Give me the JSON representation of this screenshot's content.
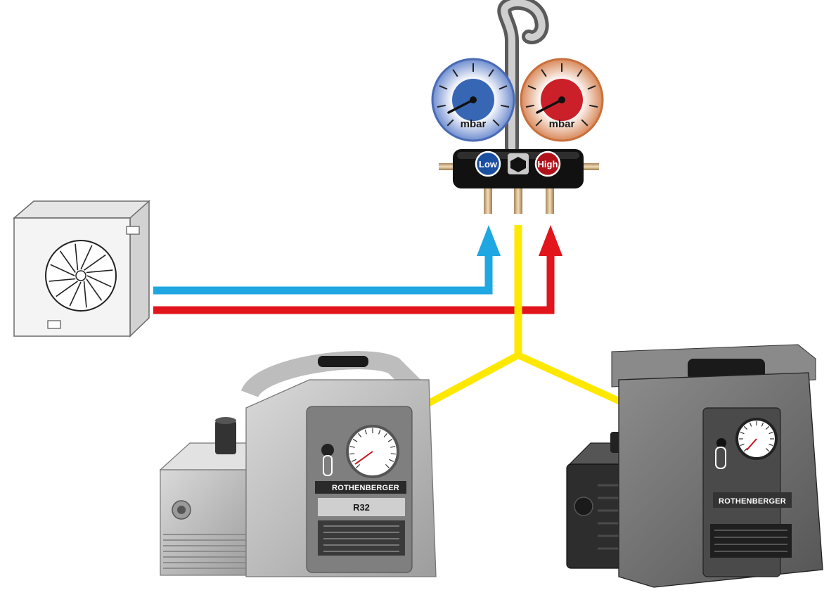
{
  "manifold": {
    "low_gauge_unit": "mbar",
    "high_gauge_unit": "mbar",
    "low_port_label": "Low",
    "high_port_label": "High"
  },
  "pump_left": {
    "brand": "ROTHENBERGER",
    "model": "R32"
  },
  "pump_right": {
    "brand": "ROTHENBERGER"
  },
  "colors": {
    "low_line": "#1ea7e1",
    "high_line": "#e2141c",
    "vacuum_line": "#ffe800",
    "low_gauge_face": "#2c5fb0",
    "high_gauge_face": "#c8141e",
    "manifold_body": "#111111",
    "outdoor_unit": "#f4f4f4"
  },
  "icons": {
    "outdoor_unit": "outdoor-ac-unit-icon",
    "fan": "fan-icon",
    "manifold": "manifold-gauge-set-icon",
    "pump": "vacuum-pump-icon"
  }
}
